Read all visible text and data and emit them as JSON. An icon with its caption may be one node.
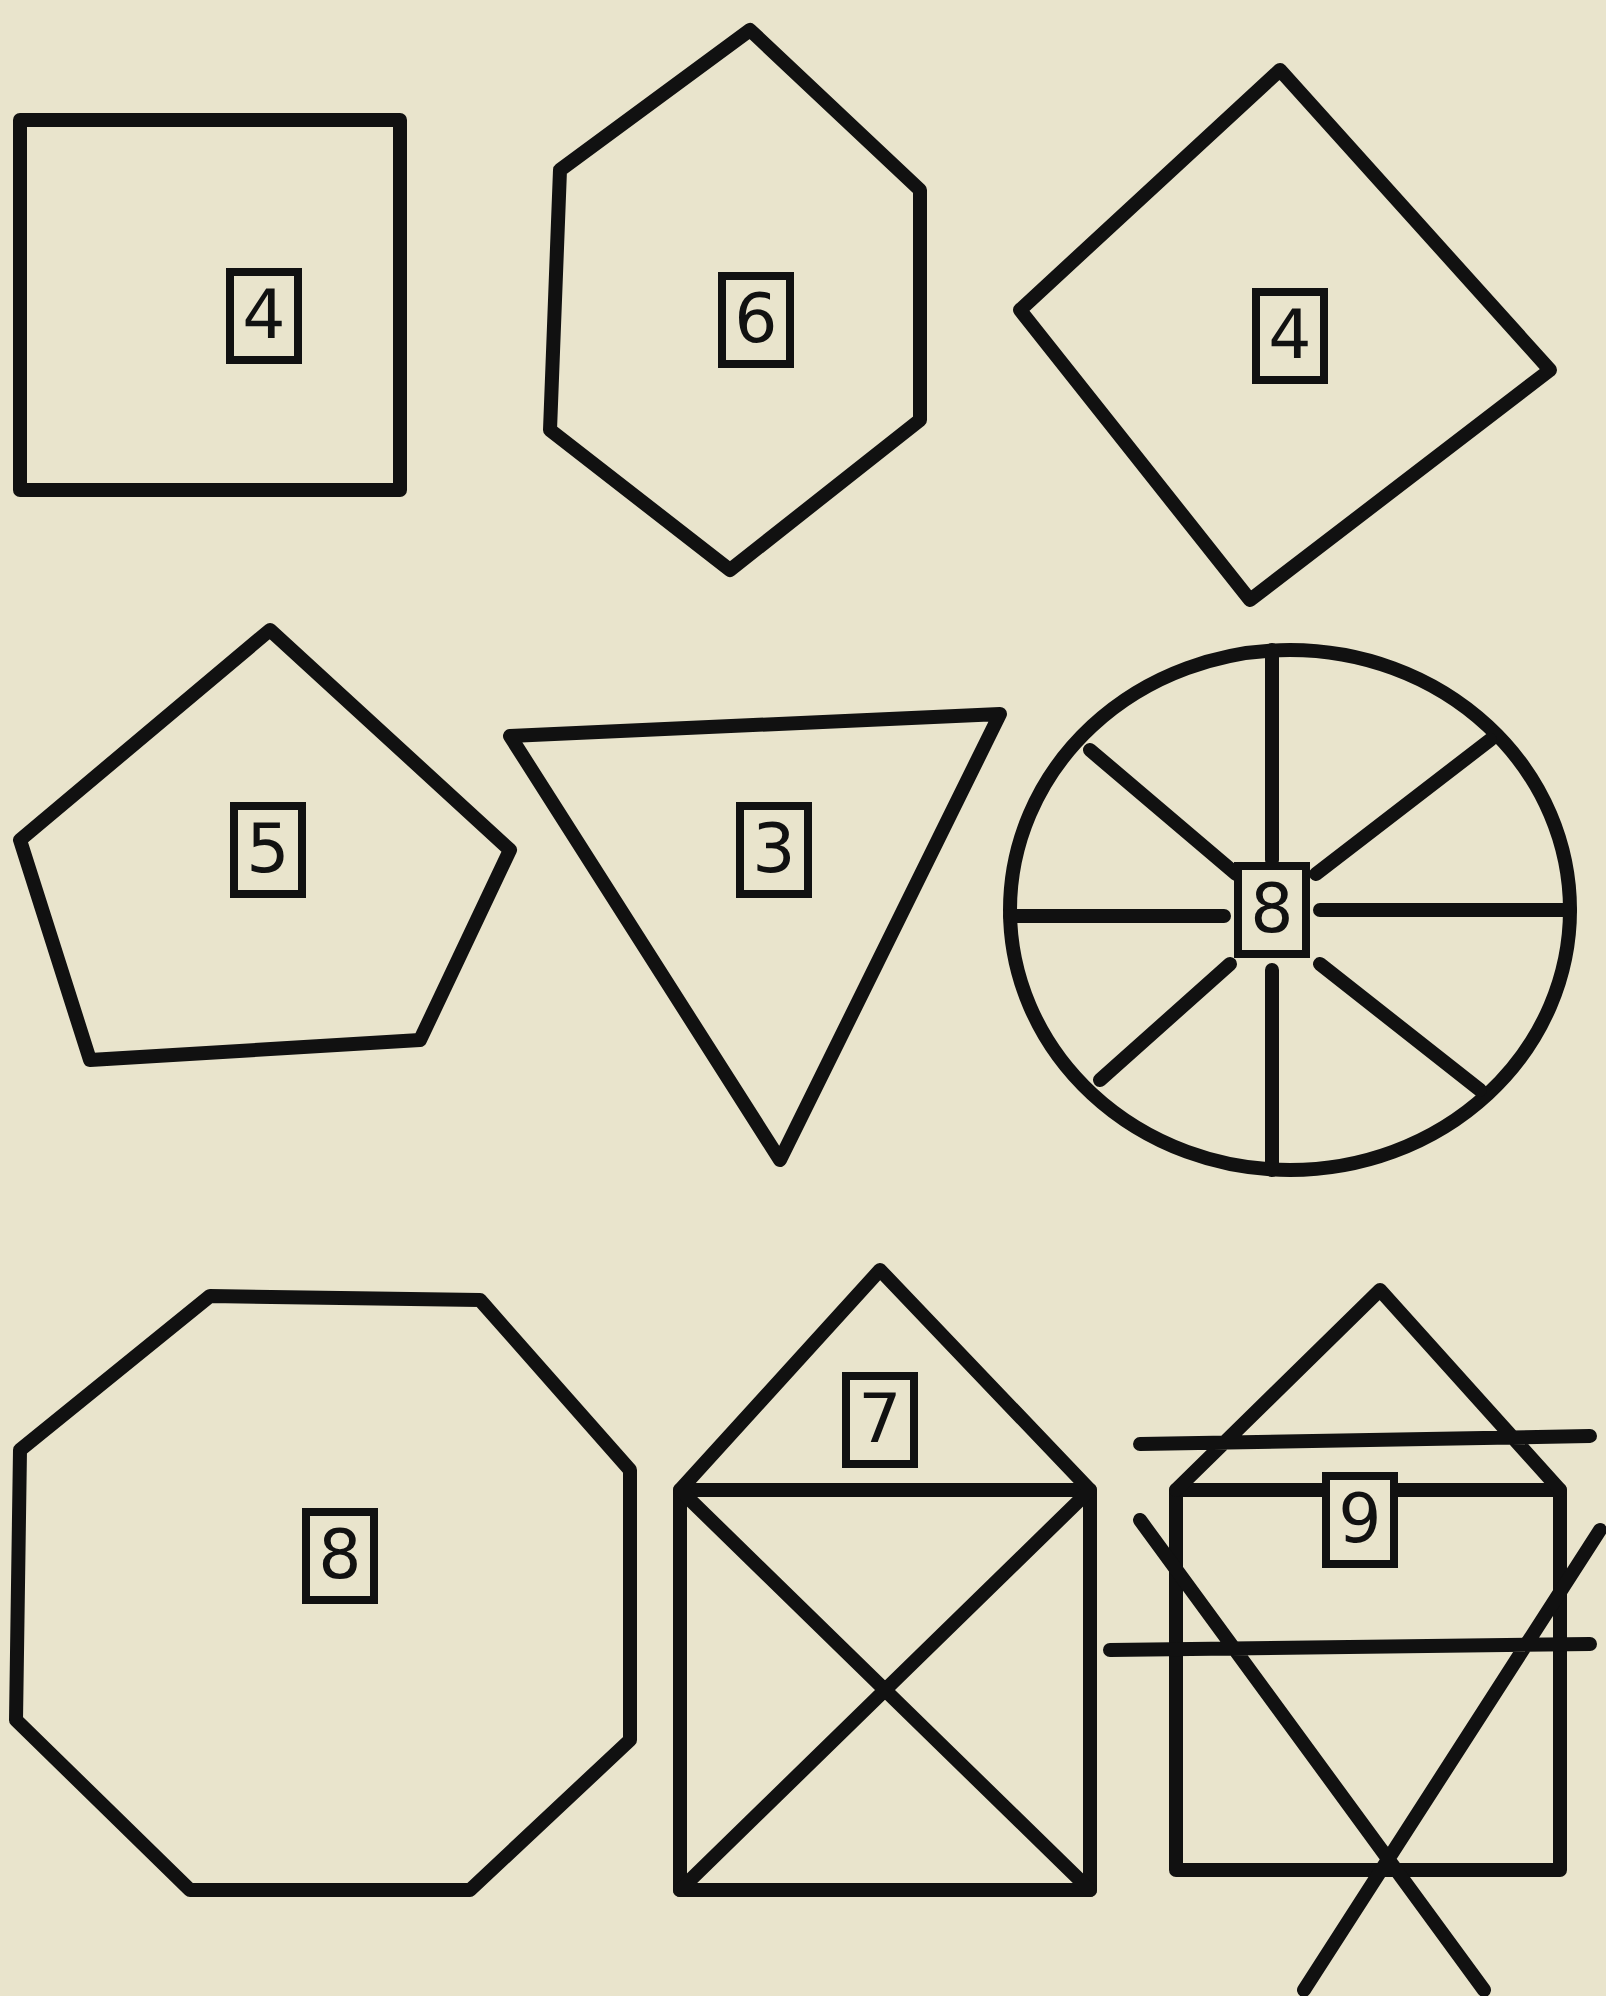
{
  "diagram": {
    "nodes": [
      {
        "text": [
          "4"
        ]
      },
      {
        "text": [
          "6"
        ]
      },
      {
        "text": [
          "4"
        ]
      },
      {
        "text": [
          "5"
        ]
      },
      {
        "text": [
          "3"
        ]
      },
      {
        "text": [
          "8"
        ]
      },
      {
        "text": [
          "8"
        ]
      },
      {
        "text": [
          "7"
        ]
      },
      {
        "text": [
          "9"
        ]
      }
    ]
  }
}
